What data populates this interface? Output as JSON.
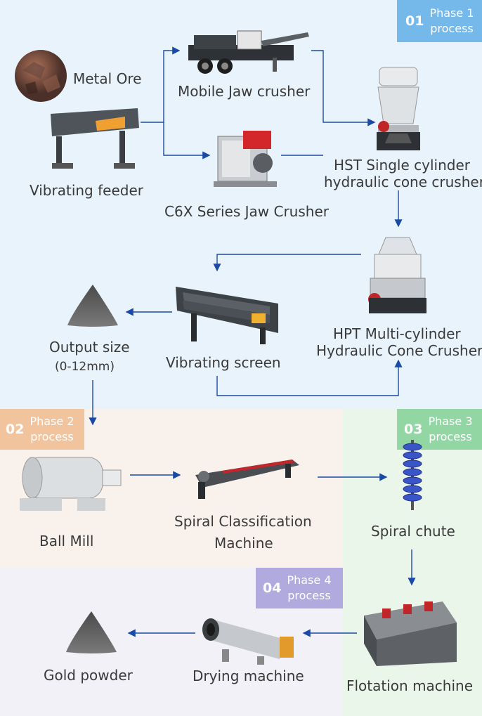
{
  "colors": {
    "phase1_bg": "#e8f3fb",
    "phase2_bg": "#f9f2ec",
    "phase3_bg": "#eaf6ea",
    "phase4_bg": "#f1f1f7",
    "phase1_badge": "#74b9ea",
    "phase2_badge": "#f1c49d",
    "phase3_badge": "#92d6a4",
    "phase4_badge": "#b0aadf",
    "arrow": "#1a4aa5"
  },
  "phases": [
    {
      "num": "01",
      "line1": "Phase 1",
      "line2": "process"
    },
    {
      "num": "02",
      "line1": "Phase 2",
      "line2": "process"
    },
    {
      "num": "03",
      "line1": "Phase 3",
      "line2": "process"
    },
    {
      "num": "04",
      "line1": "Phase 4",
      "line2": "process"
    }
  ],
  "labels": {
    "metal_ore": "Metal Ore",
    "mobile_jaw": "Mobile Jaw crusher",
    "vibrating_feeder": "Vibrating feeder",
    "c6x_jaw": "C6X Series Jaw Crusher",
    "hst_line1": "HST Single cylinder",
    "hst_line2": "hydraulic cone crusher",
    "hpt_line1": "HPT Multi-cylinder",
    "hpt_line2": "Hydraulic Cone Crusher",
    "vibrating_screen": "Vibrating screen",
    "output_size": "Output size",
    "output_range": "(0-12mm)",
    "ball_mill": "Ball Mill",
    "spiral_class_line1": "Spiral Classification",
    "spiral_class_line2": "Machine",
    "spiral_chute": "Spiral chute",
    "flotation": "Flotation machine",
    "drying": "Drying machine",
    "gold_powder": "Gold powder"
  },
  "icons": {
    "metal_ore": "ore-rock-icon",
    "mobile_jaw": "mobile-jaw-crusher-icon",
    "vibrating_feeder": "vibrating-feeder-icon",
    "c6x_jaw": "jaw-crusher-icon",
    "hst": "single-cylinder-cone-crusher-icon",
    "hpt": "multi-cylinder-cone-crusher-icon",
    "vibrating_screen": "vibrating-screen-icon",
    "output": "powder-pile-icon",
    "ball_mill": "ball-mill-icon",
    "spiral_class": "spiral-classifier-icon",
    "spiral_chute": "spiral-chute-icon",
    "flotation": "flotation-machine-icon",
    "drying": "rotary-dryer-icon",
    "gold_powder": "powder-pile-icon"
  }
}
